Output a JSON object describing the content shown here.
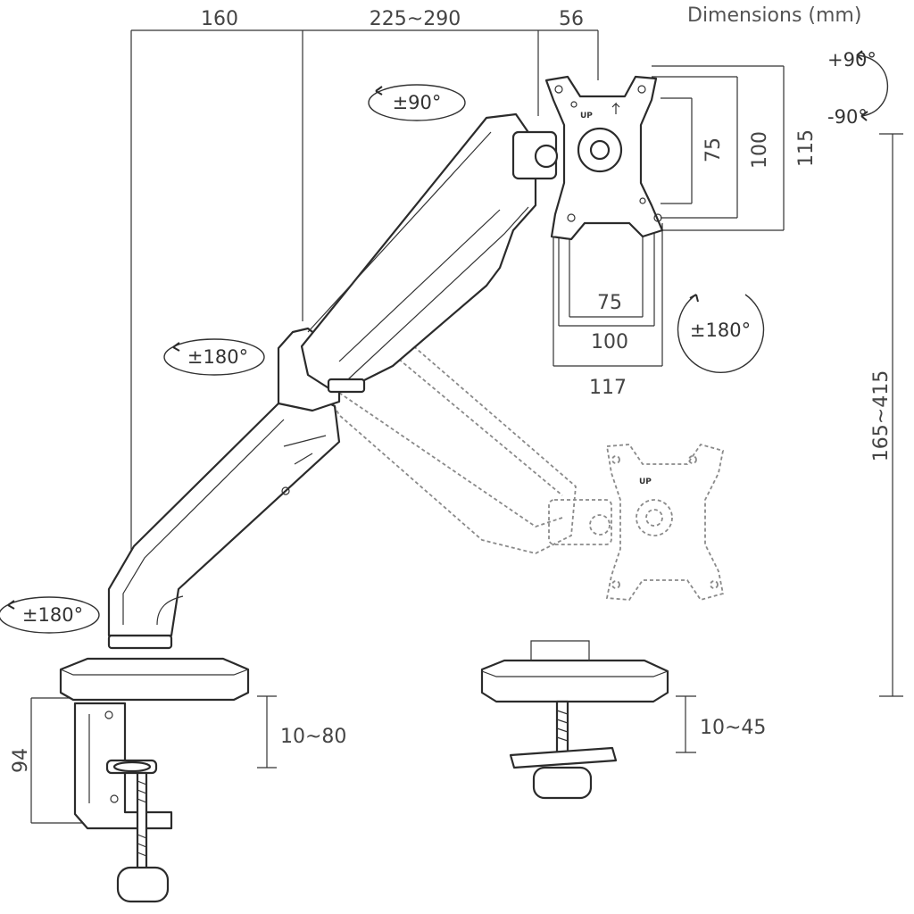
{
  "title": "Dimensions (mm)",
  "top_dims": {
    "base_offset": "160",
    "arm_reach": "225~290",
    "head_depth": "56"
  },
  "vesa": {
    "inner_vertical": "75",
    "outer_vertical": "100",
    "plate_height": "115",
    "inner_horizontal": "75",
    "outer_horizontal": "100",
    "plate_width": "117",
    "up_label": "UP"
  },
  "height_range": "165~415",
  "clamp": {
    "height": "94",
    "desk_thickness": "10~80"
  },
  "grommet": {
    "desk_thickness": "10~45"
  },
  "rotations": {
    "tilt_up": "+90°",
    "tilt_down": "-90°",
    "head_rotation": "±90°",
    "elbow": "±180°",
    "base": "±180°",
    "vesa_swivel": "±180°"
  },
  "colors": {
    "line": "#2b2b2b",
    "ghost": "#8a8a8a",
    "text": "#444444"
  }
}
